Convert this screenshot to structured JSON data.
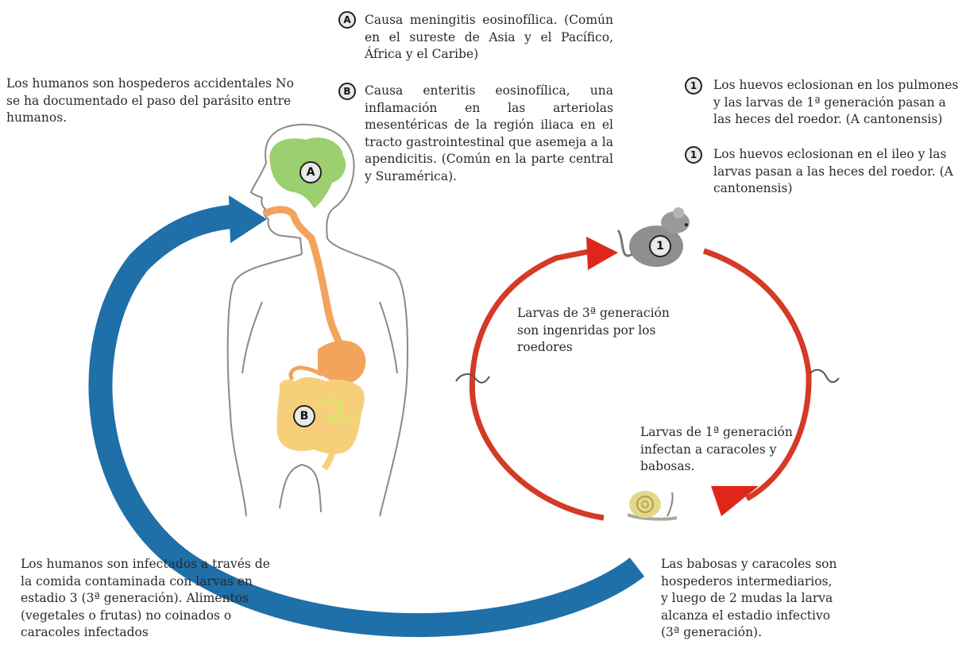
{
  "colors": {
    "blue_arrow": "#1f6fa8",
    "red_arrow": "#e0261b",
    "brain": "#9ccf6f",
    "digestive": "#f2a35c",
    "intestine": "#f7cf7a",
    "badge_fill": "#e9e9e9"
  },
  "labels": {
    "A": "A",
    "B": "B",
    "one": "1"
  },
  "notes": {
    "human_accidental": "Los humanos son hospederos accidentales No se ha documentado el paso del parásito entre humanos.",
    "human_infection": "Los humanos son infectados a través de la comida contaminada con larvas en estadio 3 (3ª generación). Alimentos (vegetales o frutas) no coinados o caracoles infectados",
    "A_effect": "Causa meningitis eosinofílica. (Común en el sureste de Asia y el Pacífico, África y el Caribe)",
    "B_effect": "Causa enteritis eosinofílica, una inflamación en las arteriolas mesentéricas de la región iliaca en el tracto gastrointestinal que asemeja a la apendicitis. (Común en la parte central y Suramérica).",
    "step1_lungs": "Los huevos eclosionan en los pulmones y las larvas de 1ª generación pasan a las heces del roedor. (A cantonensis)",
    "step1_ileum": "Los huevos eclosionan en el ileo y las larvas pasan a las heces del roedor. (A cantonensis)",
    "larvae_3_rodents": "Larvas de 3ª generación son ingenridas por los roedores",
    "larvae_1_snails": "Larvas de 1ª generación infectan a caracoles y babosas.",
    "intermediate_hosts": "Las babosas y caracoles son hospederos intermediarios, y luego de 2 mudas la larva alcanza el estadio infectivo (3ª generación)."
  },
  "icons": {
    "rodent": "rat-icon",
    "snail": "snail-icon",
    "larva_left": "larva-icon",
    "larva_right": "larva-icon",
    "human": "human-silhouette-icon"
  }
}
